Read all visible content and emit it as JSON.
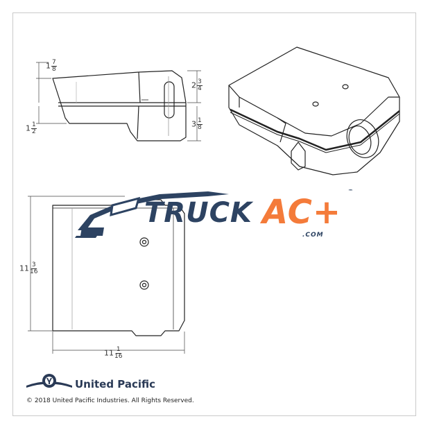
{
  "dimensions": {
    "top_left_height": {
      "whole": "1",
      "num": "7",
      "den": "8"
    },
    "bottom_left_height": {
      "whole": "1",
      "num": "1",
      "den": "2"
    },
    "right_upper_height": {
      "whole": "2",
      "num": "3",
      "den": "4"
    },
    "right_lower_height": {
      "whole": "3",
      "num": "1",
      "den": "8"
    },
    "plan_height": {
      "whole": "11",
      "num": "3",
      "den": "16"
    },
    "plan_width": {
      "whole": "11",
      "num": "1",
      "den": "16"
    }
  },
  "watermark": {
    "word_truck": "TRUCK",
    "word_ac": "AC+",
    "tld": ".COM",
    "tm": "™",
    "colors": {
      "navy": "#2d4362",
      "orange": "#f47b3a"
    }
  },
  "brand": {
    "name": "United Pacific",
    "copyright": "© 2018 United Pacific Industries. All Rights Reserved.",
    "logo_icon": "united-pacific-shield-icon"
  }
}
